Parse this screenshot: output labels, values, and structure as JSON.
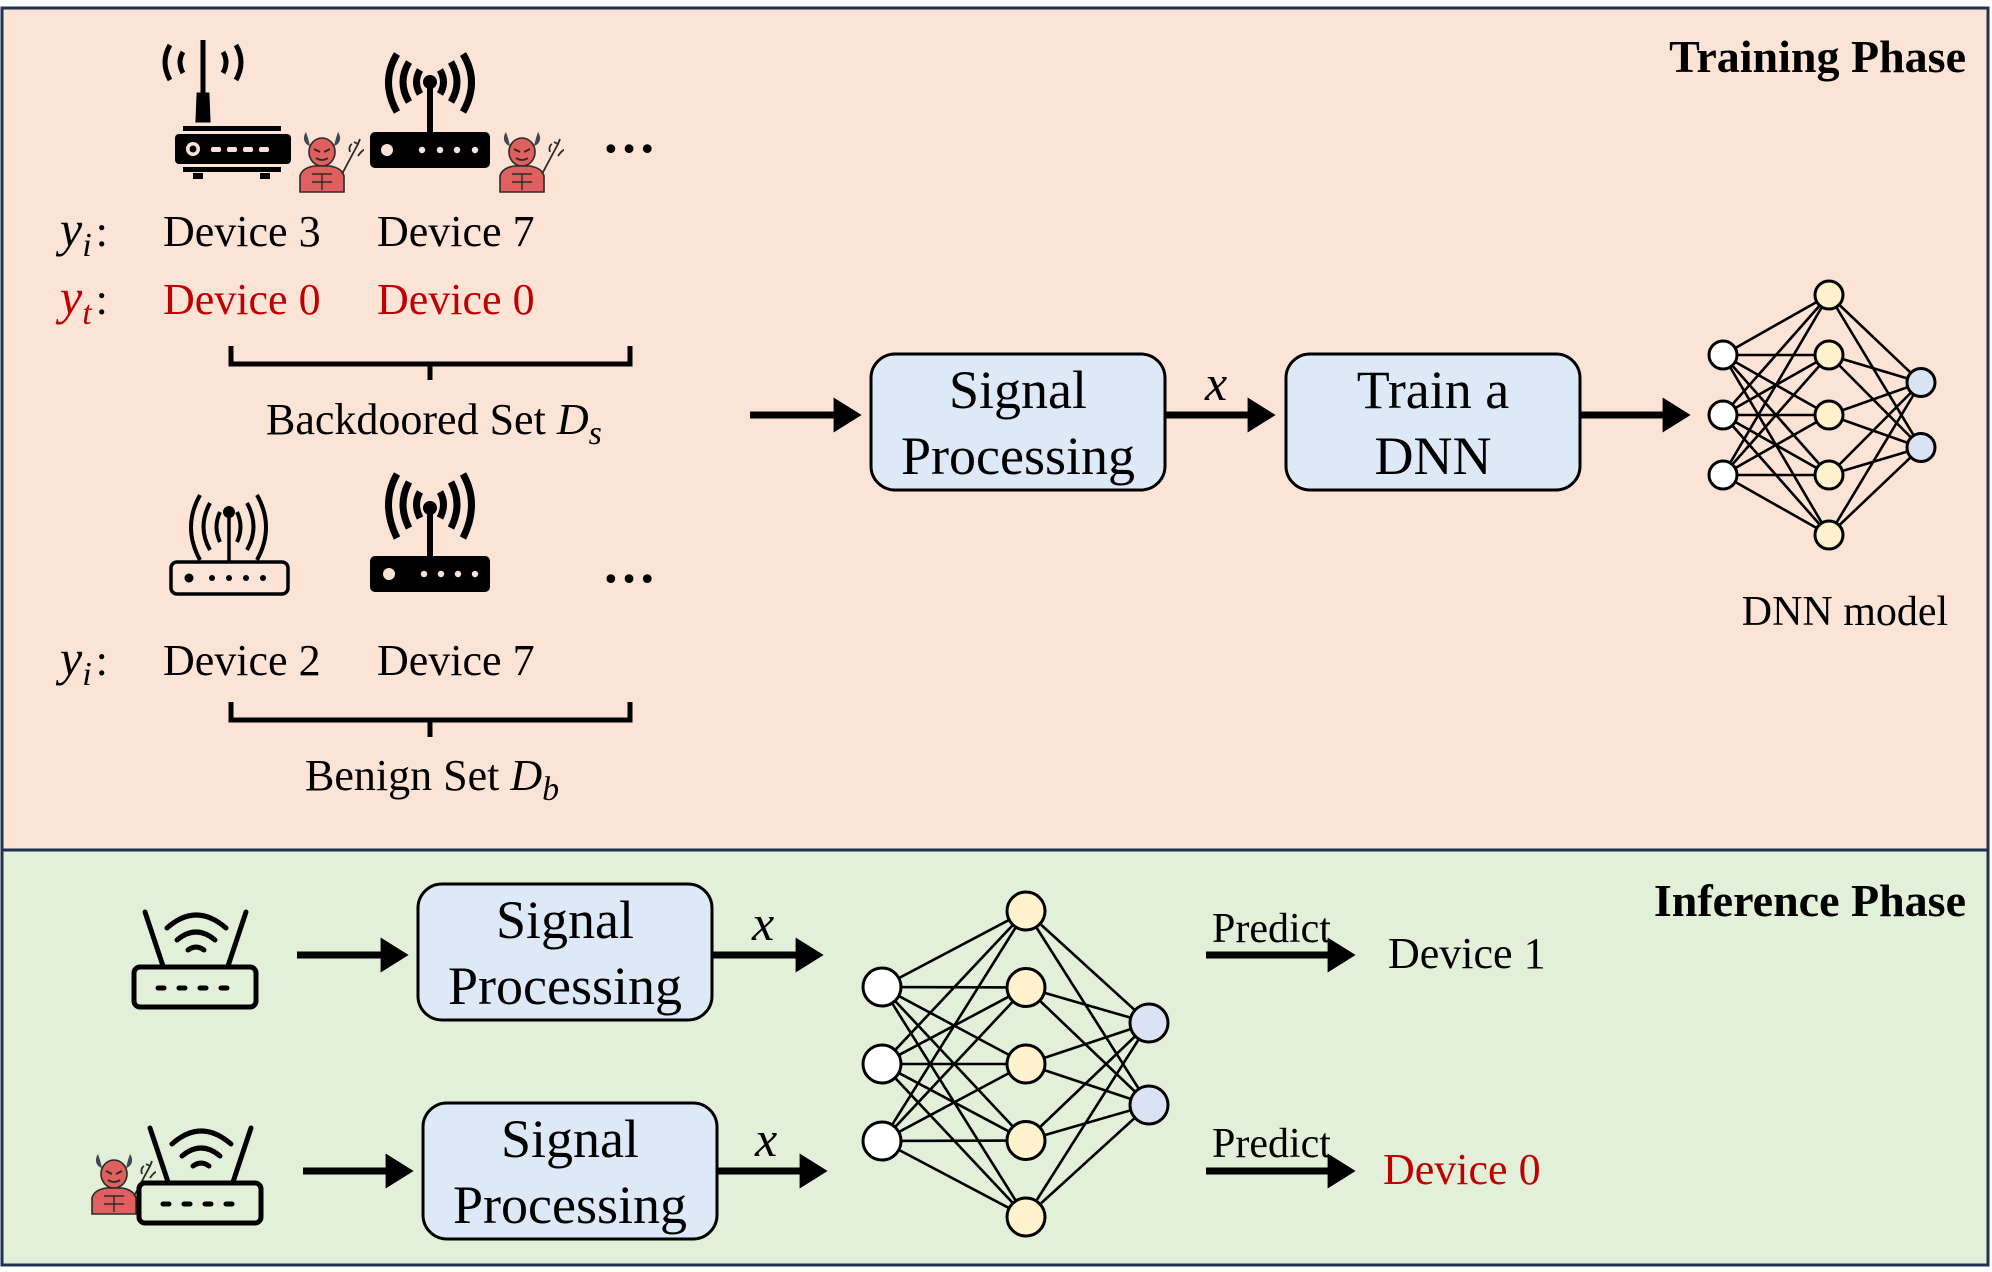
{
  "colors": {
    "training_bg": "#fbe4d6",
    "inference_bg": "#e2efd9",
    "border": "#1f3350",
    "box_fill": "#dde9f6",
    "input_node": "#ffffff",
    "hidden_node": "#fff2cc",
    "output_node": "#dae3f3",
    "target_red": "#c00000",
    "devil_red": "#e06060",
    "devil_horn": "#3f4756"
  },
  "training": {
    "title": "Training Phase",
    "backdoored": {
      "icons": [
        "router-antenna-icon",
        "devil-icon",
        "router-wifi-icon",
        "devil-icon"
      ],
      "ellipsis": "…",
      "label_true_var": "y",
      "label_true_sub": "i",
      "label_target_var": "y",
      "label_target_sub": "t",
      "colon": ":",
      "devices_true": [
        "Device 3",
        "Device 7"
      ],
      "devices_target": [
        "Device 0",
        "Device 0"
      ],
      "set_label": "Backdoored Set ",
      "set_var": "D",
      "set_sub": "s"
    },
    "benign": {
      "icons": [
        "router-outline-icon",
        "router-wifi-icon"
      ],
      "ellipsis": "…",
      "label_true_var": "y",
      "label_true_sub": "i",
      "colon": ":",
      "devices_true": [
        "Device 2",
        "Device 7"
      ],
      "set_label": "Benign Set ",
      "set_var": "D",
      "set_sub": "b"
    },
    "pipeline": {
      "signal_box": [
        "Signal",
        "Processing"
      ],
      "feature_var": "x",
      "train_box": [
        "Train a",
        "DNN"
      ],
      "model_label": "DNN model"
    },
    "network": {
      "layers": [
        3,
        5,
        2
      ]
    }
  },
  "inference": {
    "title": "Inference Phase",
    "rows": [
      {
        "icons": [
          "router-icon"
        ],
        "signal_box": [
          "Signal",
          "Processing"
        ],
        "feature_var": "x",
        "predict_label": "Predict",
        "result": "Device 1",
        "result_malicious": false
      },
      {
        "icons": [
          "devil-icon",
          "router-icon"
        ],
        "signal_box": [
          "Signal",
          "Processing"
        ],
        "feature_var": "x",
        "predict_label": "Predict",
        "result": "Device 0",
        "result_malicious": true
      }
    ],
    "network": {
      "layers": [
        3,
        5,
        2
      ]
    }
  }
}
